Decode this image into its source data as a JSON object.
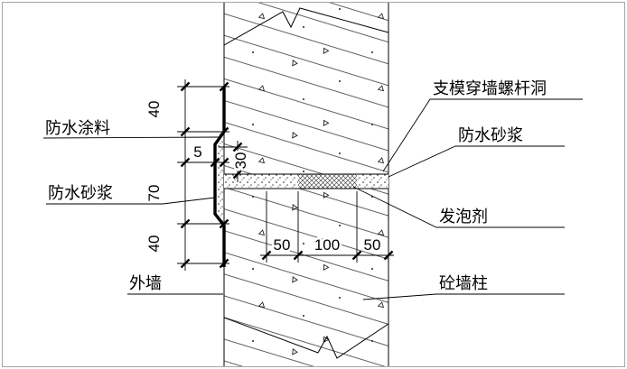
{
  "drawing": {
    "type": "construction-detail-section",
    "labels": {
      "waterproof_coating": "防水涂料",
      "waterproof_mortar_left": "防水砂浆",
      "exterior_wall": "外墙",
      "formwork_screw_hole": "支模穿墙螺杆洞",
      "waterproof_mortar_right": "防水砂浆",
      "foaming_agent": "发泡剂",
      "concrete_wall_column": "砼墙柱"
    },
    "dimensions": {
      "left_top_40": "40",
      "left_5": "5",
      "left_30": "30",
      "left_70": "70",
      "left_bottom_40": "40",
      "bottom_50_left": "50",
      "bottom_100": "100",
      "bottom_50_right": "50"
    },
    "colors": {
      "line": "#000000",
      "background": "#ffffff",
      "frame": "#a6a6a6"
    }
  }
}
